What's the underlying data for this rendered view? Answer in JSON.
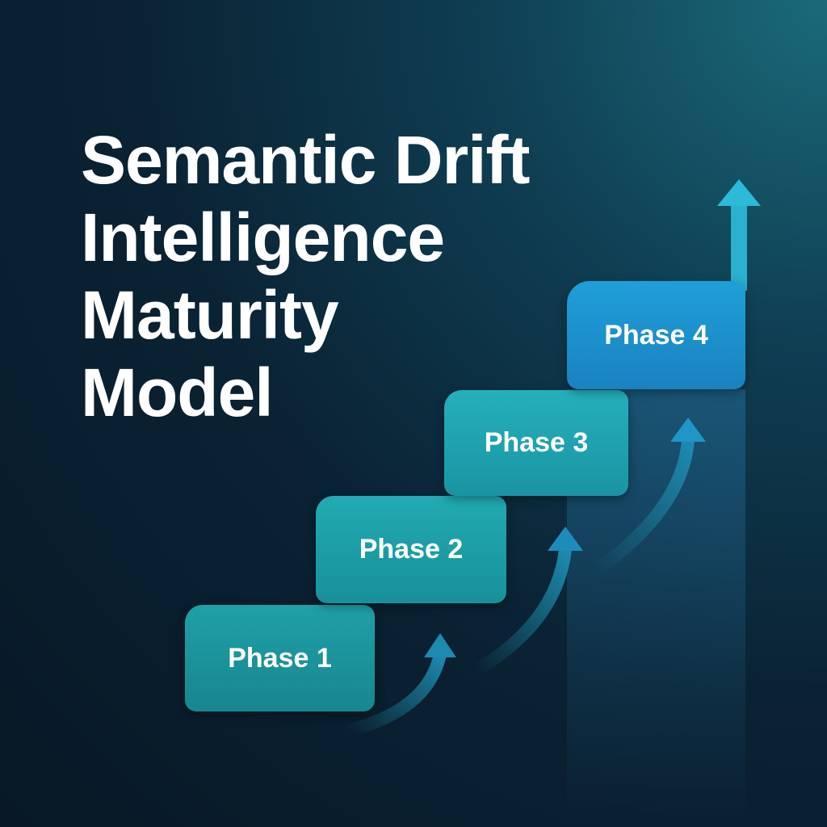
{
  "title_lines": [
    "Semantic Drift",
    "Intelligence",
    "Maturity",
    "Model"
  ],
  "phases": [
    {
      "label": "Phase 1"
    },
    {
      "label": "Phase 2"
    },
    {
      "label": "Phase 3"
    },
    {
      "label": "Phase 4"
    }
  ],
  "colors": {
    "phase_teal": "#1d9aa3",
    "phase_blue": "#1e96d2",
    "arrow": "#2bb8d8"
  }
}
